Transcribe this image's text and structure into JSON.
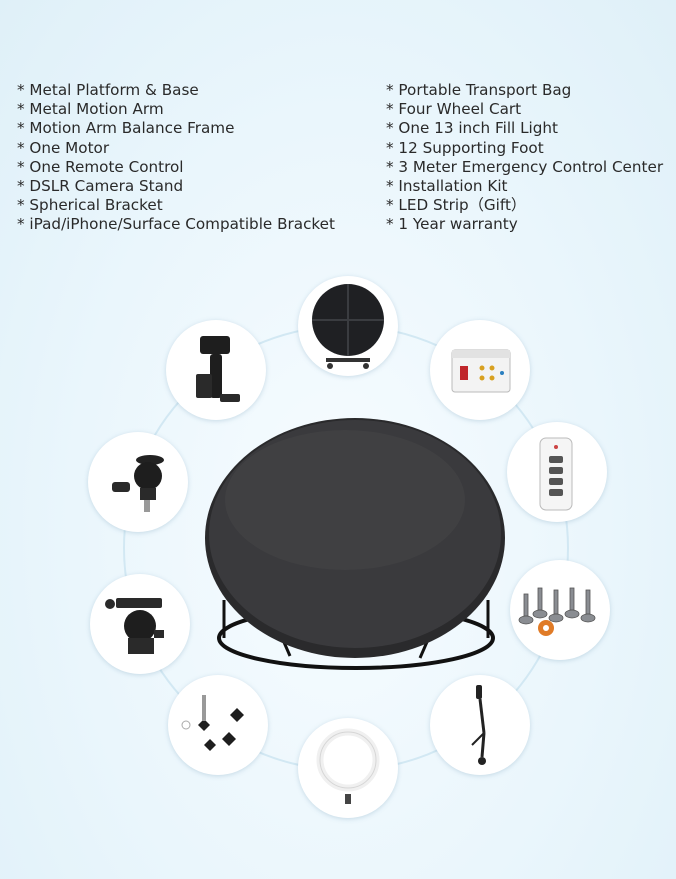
{
  "features_left": [
    "* Metal Platform & Base",
    "* Metal Motion Arm",
    "* Motion Arm Balance Frame",
    "* One Motor",
    "* One Remote Control",
    "* DSLR Camera Stand",
    "* Spherical Bracket",
    "* iPad/iPhone/Surface Compatible Bracket"
  ],
  "features_right": [
    "* Portable Transport Bag",
    "* Four Wheel Cart",
    "* One 13 inch Fill Light",
    "* 12 Supporting Foot",
    "* 3 Meter Emergency Control Center",
    "* Installation Kit",
    "* LED Strip（Gift）",
    "* 1 Year warranty"
  ],
  "accessories": [
    {
      "name": "transport-bag-image",
      "icon": "round-bag"
    },
    {
      "name": "control-center-image",
      "icon": "control-box"
    },
    {
      "name": "remote-control-image",
      "icon": "remote"
    },
    {
      "name": "supporting-feet-image",
      "icon": "feet"
    },
    {
      "name": "motion-arm-image",
      "icon": "arm"
    },
    {
      "name": "fill-light-image",
      "icon": "ring-light"
    },
    {
      "name": "installation-kit-image",
      "icon": "knobs"
    },
    {
      "name": "spherical-bracket-image",
      "icon": "ball-head"
    },
    {
      "name": "camera-stand-image",
      "icon": "mini-ball-head"
    },
    {
      "name": "tablet-bracket-image",
      "icon": "tablet-holder"
    }
  ],
  "product": {
    "name": "turntable-platform-image"
  }
}
